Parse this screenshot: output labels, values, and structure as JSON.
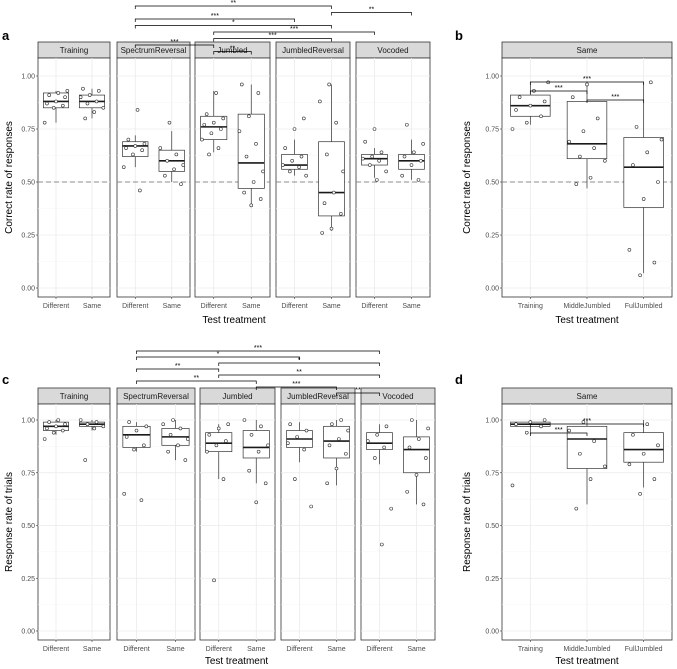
{
  "chart_data": [
    {
      "panel": "a",
      "type": "box",
      "ylabel": "Correct rate of responses",
      "xlabel": "Test treatment",
      "ylim": [
        0,
        1
      ],
      "yticks": [
        "0.00",
        "0.25",
        "0.50",
        "0.75",
        "1.00"
      ],
      "reference_line": 0.5,
      "facets": [
        {
          "title": "Training",
          "groups": [
            {
              "label": "Different",
              "stats": {
                "min": 0.78,
                "q1": 0.85,
                "median": 0.88,
                "q3": 0.92,
                "max": 0.93
              },
              "points": [
                0.78,
                0.85,
                0.86,
                0.87,
                0.88,
                0.9,
                0.91,
                0.92,
                0.93
              ]
            },
            {
              "label": "Same",
              "stats": {
                "min": 0.8,
                "q1": 0.85,
                "median": 0.88,
                "q3": 0.91,
                "max": 0.94
              },
              "points": [
                0.8,
                0.83,
                0.85,
                0.87,
                0.88,
                0.9,
                0.91,
                0.93,
                0.94
              ]
            }
          ]
        },
        {
          "title": "SpectrumReversal",
          "groups": [
            {
              "label": "Different",
              "stats": {
                "min": 0.57,
                "q1": 0.62,
                "median": 0.67,
                "q3": 0.69,
                "max": 0.72
              },
              "points": [
                0.46,
                0.57,
                0.63,
                0.65,
                0.66,
                0.67,
                0.68,
                0.7,
                0.84
              ]
            },
            {
              "label": "Same",
              "stats": {
                "min": 0.5,
                "q1": 0.55,
                "median": 0.6,
                "q3": 0.65,
                "max": 0.74
              },
              "points": [
                0.49,
                0.53,
                0.56,
                0.58,
                0.6,
                0.63,
                0.66,
                0.78
              ]
            }
          ]
        },
        {
          "title": "Jumbled",
          "groups": [
            {
              "label": "Different",
              "stats": {
                "min": 0.64,
                "q1": 0.7,
                "median": 0.76,
                "q3": 0.81,
                "max": 0.93
              },
              "points": [
                0.63,
                0.66,
                0.7,
                0.73,
                0.75,
                0.77,
                0.78,
                0.8,
                0.82,
                0.92
              ]
            },
            {
              "label": "Same",
              "stats": {
                "min": 0.39,
                "q1": 0.47,
                "median": 0.59,
                "q3": 0.82,
                "max": 0.96
              },
              "points": [
                0.39,
                0.42,
                0.45,
                0.5,
                0.55,
                0.62,
                0.68,
                0.74,
                0.81,
                0.92,
                0.96
              ]
            }
          ]
        },
        {
          "title": "JumbledReversal",
          "groups": [
            {
              "label": "Different",
              "stats": {
                "min": 0.53,
                "q1": 0.56,
                "median": 0.58,
                "q3": 0.63,
                "max": 0.7
              },
              "points": [
                0.53,
                0.55,
                0.57,
                0.58,
                0.6,
                0.62,
                0.66,
                0.75,
                0.8
              ]
            },
            {
              "label": "Same",
              "stats": {
                "min": 0.27,
                "q1": 0.34,
                "median": 0.45,
                "q3": 0.69,
                "max": 0.96
              },
              "points": [
                0.26,
                0.28,
                0.35,
                0.4,
                0.45,
                0.55,
                0.63,
                0.78,
                0.88,
                0.96
              ]
            }
          ]
        },
        {
          "title": "Vocoded",
          "groups": [
            {
              "label": "Different",
              "stats": {
                "min": 0.52,
                "q1": 0.58,
                "median": 0.61,
                "q3": 0.63,
                "max": 0.66
              },
              "points": [
                0.51,
                0.55,
                0.58,
                0.6,
                0.61,
                0.62,
                0.64,
                0.69,
                0.75
              ]
            },
            {
              "label": "Same",
              "stats": {
                "min": 0.51,
                "q1": 0.56,
                "median": 0.6,
                "q3": 0.63,
                "max": 0.7
              },
              "points": [
                0.51,
                0.53,
                0.58,
                0.6,
                0.62,
                0.64,
                0.68,
                0.77
              ]
            }
          ]
        }
      ],
      "comparisons": [
        {
          "from": [
            2,
            0
          ],
          "to": [
            4,
            1
          ],
          "label": "**"
        },
        {
          "from": [
            4,
            1
          ],
          "to": [
            5,
            1
          ],
          "label": "**"
        },
        {
          "from": [
            2,
            0
          ],
          "to": [
            4,
            0
          ],
          "label": "***"
        },
        {
          "from": [
            2,
            0
          ],
          "to": [
            4,
            1
          ],
          "label": "*"
        },
        {
          "from": [
            3,
            0
          ],
          "to": [
            5,
            0
          ],
          "label": "***"
        },
        {
          "from": [
            3,
            0
          ],
          "to": [
            4,
            1
          ],
          "label": "***"
        },
        {
          "from": [
            2,
            0
          ],
          "to": [
            3,
            0
          ],
          "label": "***"
        },
        {
          "from": [
            3,
            0
          ],
          "to": [
            3,
            1
          ],
          "label": "**"
        }
      ]
    },
    {
      "panel": "b",
      "type": "box",
      "ylabel": "Correct rate of responses",
      "xlabel": "Test treatment",
      "ylim": [
        0,
        1
      ],
      "yticks": [
        "0.00",
        "0.25",
        "0.50",
        "0.75",
        "1.00"
      ],
      "reference_line": 0.5,
      "facets": [
        {
          "title": "Same",
          "groups": [
            {
              "label": "Training",
              "stats": {
                "min": 0.77,
                "q1": 0.81,
                "median": 0.86,
                "q3": 0.91,
                "max": 0.97
              },
              "points": [
                0.75,
                0.78,
                0.81,
                0.84,
                0.86,
                0.88,
                0.9,
                0.93,
                0.97
              ]
            },
            {
              "label": "MiddleJumbled",
              "stats": {
                "min": 0.47,
                "q1": 0.61,
                "median": 0.68,
                "q3": 0.88,
                "max": 0.97
              },
              "points": [
                0.49,
                0.52,
                0.6,
                0.62,
                0.66,
                0.69,
                0.74,
                0.8,
                0.9,
                0.96
              ]
            },
            {
              "label": "FullJumbled",
              "stats": {
                "min": 0.07,
                "q1": 0.38,
                "median": 0.57,
                "q3": 0.71,
                "max": 0.97
              },
              "points": [
                0.06,
                0.12,
                0.18,
                0.42,
                0.5,
                0.58,
                0.64,
                0.7,
                0.76,
                0.97
              ]
            }
          ]
        }
      ],
      "comparisons": [
        {
          "from": [
            0,
            0
          ],
          "to": [
            0,
            2
          ],
          "label": "***"
        },
        {
          "from": [
            0,
            0
          ],
          "to": [
            0,
            1
          ],
          "label": "***"
        },
        {
          "from": [
            0,
            1
          ],
          "to": [
            0,
            2
          ],
          "label": "***"
        }
      ]
    },
    {
      "panel": "c",
      "type": "box",
      "ylabel": "Response rate of trials",
      "xlabel": "Test treatment",
      "ylim": [
        0,
        1
      ],
      "yticks": [
        "0.00",
        "0.25",
        "0.50",
        "0.75",
        "1.00"
      ],
      "facets": [
        {
          "title": "Training",
          "groups": [
            {
              "label": "Different",
              "stats": {
                "min": 0.93,
                "q1": 0.95,
                "median": 0.97,
                "q3": 0.99,
                "max": 1.0
              },
              "points": [
                0.91,
                0.94,
                0.95,
                0.96,
                0.97,
                0.98,
                0.99,
                1.0
              ]
            },
            {
              "label": "Same",
              "stats": {
                "min": 0.95,
                "q1": 0.97,
                "median": 0.98,
                "q3": 0.99,
                "max": 1.0
              },
              "points": [
                0.81,
                0.96,
                0.97,
                0.98,
                0.99,
                1.0
              ]
            }
          ]
        },
        {
          "title": "SpectrumReversal",
          "groups": [
            {
              "label": "Different",
              "stats": {
                "min": 0.85,
                "q1": 0.87,
                "median": 0.93,
                "q3": 0.97,
                "max": 0.99
              },
              "points": [
                0.62,
                0.65,
                0.86,
                0.88,
                0.92,
                0.95,
                0.97,
                0.99
              ]
            },
            {
              "label": "Same",
              "stats": {
                "min": 0.81,
                "q1": 0.88,
                "median": 0.92,
                "q3": 0.96,
                "max": 1.0
              },
              "points": [
                0.81,
                0.85,
                0.88,
                0.91,
                0.93,
                0.96,
                0.98,
                1.0
              ]
            }
          ]
        },
        {
          "title": "Jumbled",
          "groups": [
            {
              "label": "Different",
              "stats": {
                "min": 0.72,
                "q1": 0.85,
                "median": 0.89,
                "q3": 0.94,
                "max": 0.98
              },
              "points": [
                0.24,
                0.72,
                0.85,
                0.88,
                0.9,
                0.93,
                0.96,
                0.98
              ]
            },
            {
              "label": "Same",
              "stats": {
                "min": 0.7,
                "q1": 0.82,
                "median": 0.87,
                "q3": 0.95,
                "max": 1.0
              },
              "points": [
                0.61,
                0.7,
                0.76,
                0.85,
                0.88,
                0.93,
                0.97,
                1.0
              ]
            }
          ]
        },
        {
          "title": "JumbledReversal",
          "groups": [
            {
              "label": "Different",
              "stats": {
                "min": 0.8,
                "q1": 0.87,
                "median": 0.91,
                "q3": 0.95,
                "max": 0.99
              },
              "points": [
                0.59,
                0.72,
                0.86,
                0.89,
                0.92,
                0.95,
                0.98
              ]
            },
            {
              "label": "Same",
              "stats": {
                "min": 0.69,
                "q1": 0.82,
                "median": 0.9,
                "q3": 0.97,
                "max": 1.0
              },
              "points": [
                0.7,
                0.77,
                0.84,
                0.88,
                0.91,
                0.95,
                0.98,
                1.0
              ]
            }
          ]
        },
        {
          "title": "Vocoded",
          "groups": [
            {
              "label": "Different",
              "stats": {
                "min": 0.79,
                "q1": 0.86,
                "median": 0.89,
                "q3": 0.94,
                "max": 0.98
              },
              "points": [
                0.41,
                0.58,
                0.82,
                0.87,
                0.9,
                0.93,
                0.97
              ]
            },
            {
              "label": "Same",
              "stats": {
                "min": 0.6,
                "q1": 0.75,
                "median": 0.86,
                "q3": 0.92,
                "max": 1.0
              },
              "points": [
                0.6,
                0.66,
                0.74,
                0.82,
                0.87,
                0.91,
                0.96,
                1.0
              ]
            }
          ]
        }
      ],
      "comparisons": [
        {
          "from": [
            2,
            0
          ],
          "to": [
            5,
            0
          ],
          "label": "***"
        },
        {
          "from": [
            2,
            0
          ],
          "to": [
            4,
            0
          ],
          "label": "*"
        },
        {
          "from": [
            3,
            0
          ],
          "to": [
            5,
            0
          ],
          "label": "*"
        },
        {
          "from": [
            2,
            0
          ],
          "to": [
            3,
            0
          ],
          "label": "**"
        },
        {
          "from": [
            3,
            0
          ],
          "to": [
            5,
            0
          ],
          "label": "**"
        },
        {
          "from": [
            2,
            0
          ],
          "to": [
            3,
            1
          ],
          "label": "**"
        },
        {
          "from": [
            3,
            1
          ],
          "to": [
            4,
            1
          ],
          "label": "***"
        },
        {
          "from": [
            4,
            1
          ],
          "to": [
            5,
            0
          ],
          "label": "**"
        }
      ]
    },
    {
      "panel": "d",
      "type": "box",
      "ylabel": "Response rate of trials",
      "xlabel": "Test treatment",
      "ylim": [
        0,
        1
      ],
      "yticks": [
        "0.00",
        "0.25",
        "0.50",
        "0.75",
        "1.00"
      ],
      "facets": [
        {
          "title": "Same",
          "groups": [
            {
              "label": "Training",
              "stats": {
                "min": 0.93,
                "q1": 0.97,
                "median": 0.98,
                "q3": 0.99,
                "max": 1.0
              },
              "points": [
                0.69,
                0.94,
                0.97,
                0.98,
                0.99,
                1.0
              ]
            },
            {
              "label": "MiddleJumbled",
              "stats": {
                "min": 0.6,
                "q1": 0.77,
                "median": 0.91,
                "q3": 0.97,
                "max": 1.0
              },
              "points": [
                0.58,
                0.72,
                0.78,
                0.84,
                0.9,
                0.95,
                0.99
              ]
            },
            {
              "label": "FullJumbled",
              "stats": {
                "min": 0.68,
                "q1": 0.8,
                "median": 0.86,
                "q3": 0.94,
                "max": 1.0
              },
              "points": [
                0.65,
                0.72,
                0.79,
                0.84,
                0.88,
                0.93,
                0.98
              ]
            }
          ]
        }
      ],
      "comparisons": [
        {
          "from": [
            0,
            0
          ],
          "to": [
            0,
            2
          ],
          "label": "***"
        },
        {
          "from": [
            0,
            0
          ],
          "to": [
            0,
            1
          ],
          "label": "***"
        }
      ]
    }
  ]
}
